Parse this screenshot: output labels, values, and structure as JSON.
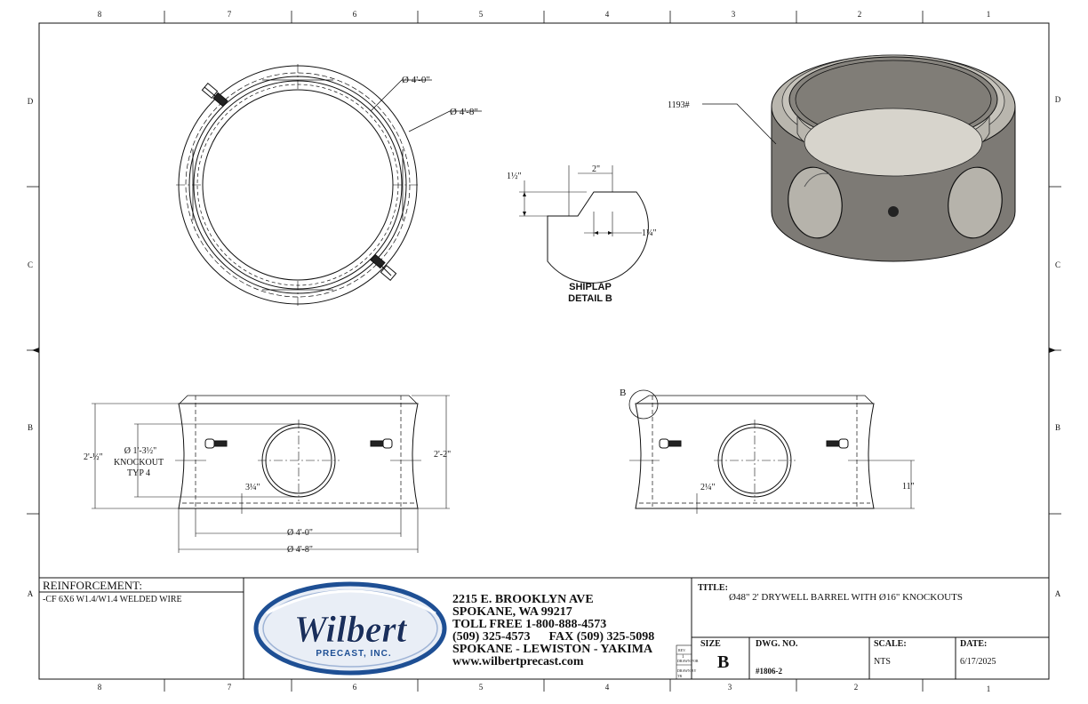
{
  "border": {
    "cols_top": [
      "8",
      "7",
      "6",
      "5",
      "4",
      "3",
      "2",
      "1"
    ],
    "cols_bottom": [
      "8",
      "7",
      "6",
      "5",
      "4",
      "3",
      "2",
      "1"
    ],
    "rows_left": [
      "D",
      "C",
      "B",
      "A"
    ],
    "rows_right": [
      "D",
      "C",
      "B",
      "A"
    ]
  },
  "plan_view": {
    "dim_inner": "Ø 4'-0\"",
    "dim_outer": "Ø 4'-8\""
  },
  "detail": {
    "dim_top": "2\"",
    "dim_left": "1½\"",
    "dim_right": "1¼\"",
    "title_line1": "SHIPLAP",
    "title_line2": "DETAIL B"
  },
  "iso_view": {
    "weight": "1193#"
  },
  "front_view": {
    "height_overall": "2'-½\"",
    "knockout_line1": "Ø 1'-3½\"",
    "knockout_line2": "KNOCKOUT",
    "knockout_line3": "TYP 4",
    "dim_bottom_gap": "3¼\"",
    "height_right": "2'-2\"",
    "width_inner": "Ø 4'-0\"",
    "width_outer": "Ø 4'-8\""
  },
  "side_view": {
    "detail_callout": "B",
    "dim_bottom_gap": "2¼\"",
    "height_knockout": "11\""
  },
  "title_block": {
    "reinforcement_label": "REINFORCEMENT:",
    "reinforcement_value": "-CF 6X6 W1.4/W1.4 WELDED WIRE",
    "logo_name": "Wilbert",
    "logo_sub": "PRECAST, INC.",
    "address_lines": [
      "2215 E. BROOKLYN AVE",
      "SPOKANE, WA 99217",
      "TOLL FREE 1-800-888-4573",
      "(509) 325-4573      FAX (509) 325-5098",
      "SPOKANE - LEWISTON - YAKIMA",
      "www.wilbertprecast.com"
    ],
    "rev_label": "REV.",
    "rev_value": "1",
    "drawn_label": "DRAWN FOR",
    "drawn_by_label": "DRAWN BY",
    "drawn_by_value": "TR",
    "title_label": "TITLE:",
    "title_value": "Ø48\" 2' DRYWELL BARREL WITH Ø16\" KNOCKOUTS",
    "size_label": "SIZE",
    "size_value": "B",
    "dwg_label": "DWG.  NO.",
    "dwg_value": "#1806-2",
    "scale_label": "SCALE:",
    "scale_value": "NTS",
    "date_label": "DATE:",
    "date_value": "6/17/2025"
  },
  "colors": {
    "line": "#111111",
    "concrete_dark": "#7d7a75",
    "concrete_light": "#b9b6ae",
    "logo_blue": "#1e4f94"
  }
}
